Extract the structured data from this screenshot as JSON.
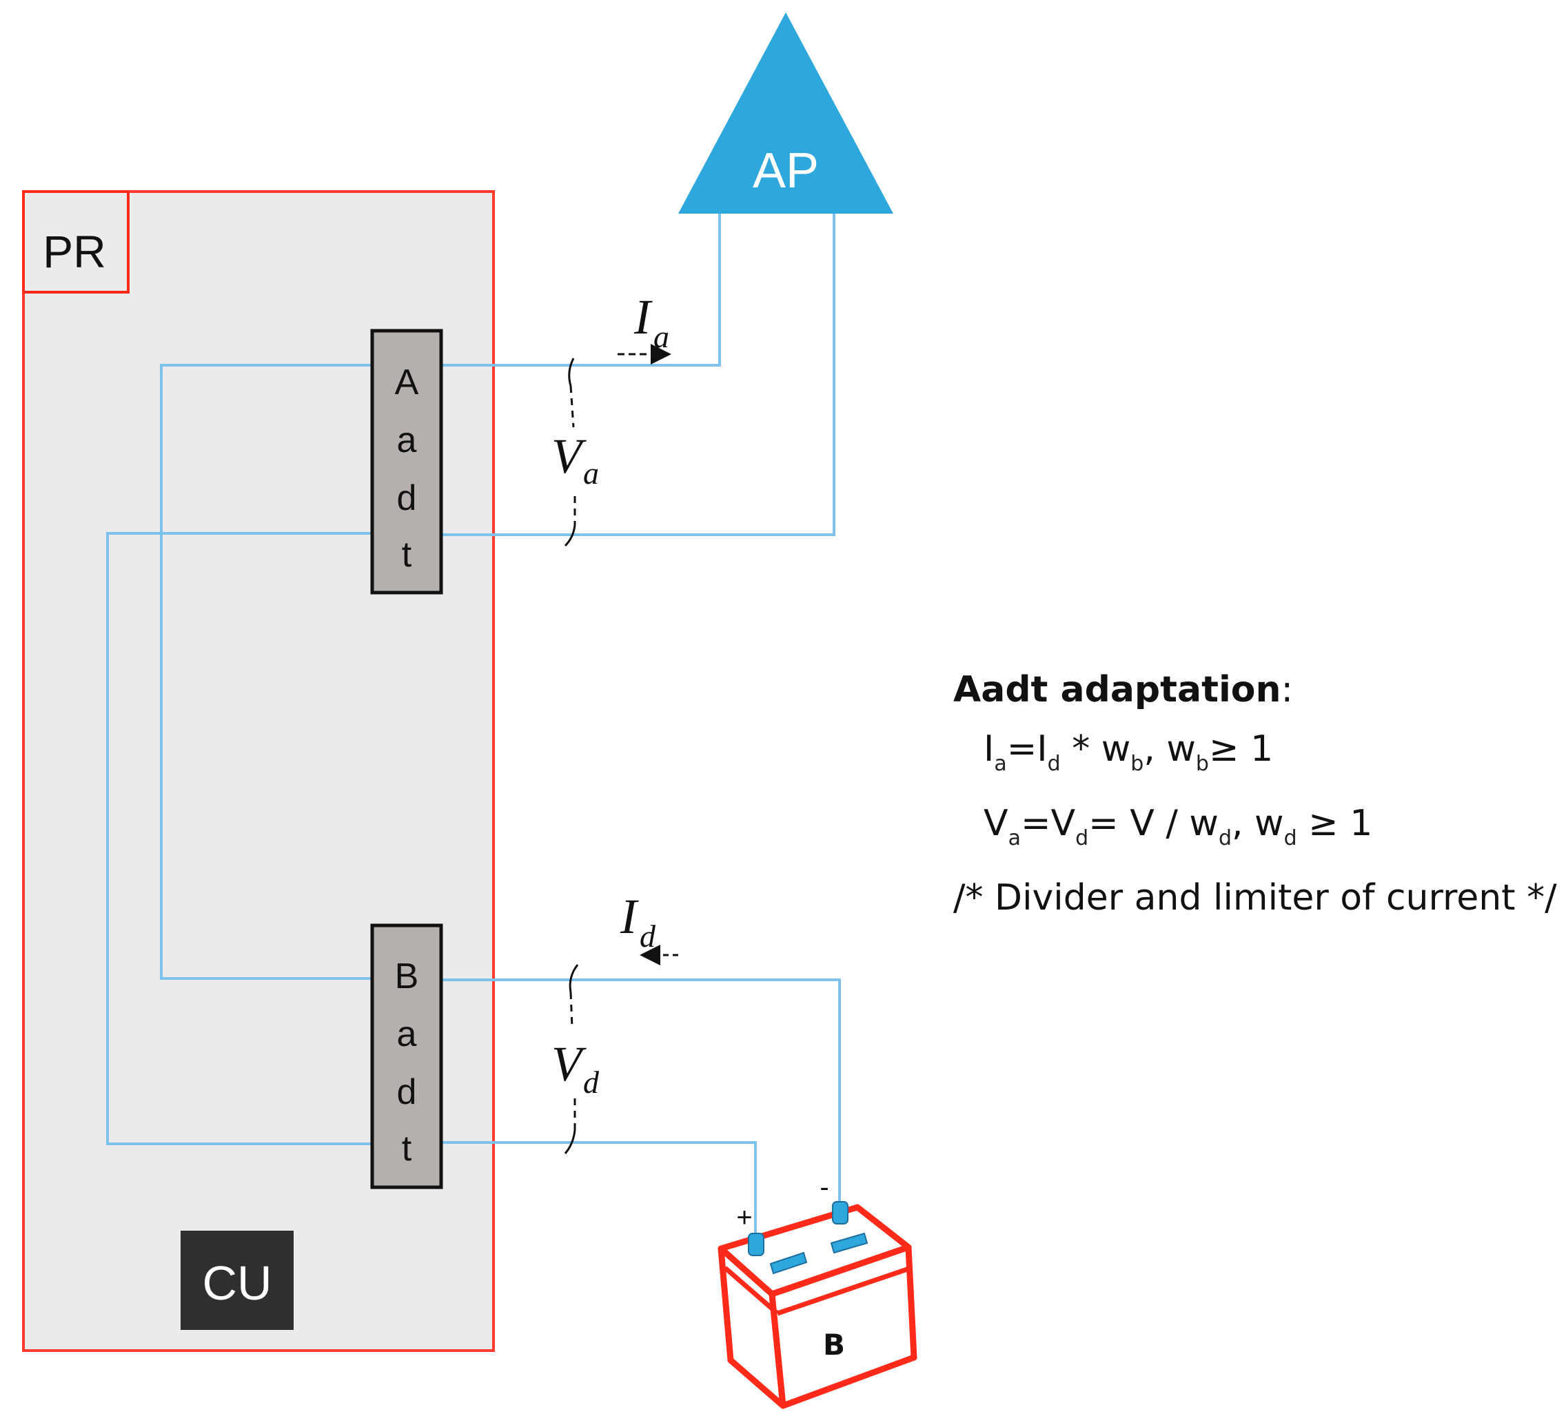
{
  "labels": {
    "pr": "PR",
    "ap": "AP",
    "cu": "CU",
    "battery": "B",
    "adapter_a": [
      "A",
      "a",
      "d",
      "t"
    ],
    "adapter_b": [
      "B",
      "a",
      "d",
      "t"
    ],
    "plus": "+",
    "minus": "-"
  },
  "signals": {
    "ia_main": "I",
    "ia_sub": "a",
    "va_main": "V",
    "va_sub": "a",
    "id_main": "I",
    "id_sub": "d",
    "vd_main": "V",
    "vd_sub": "d"
  },
  "note": {
    "title": "Aadt adaptation",
    "title_suffix": ":",
    "line1": [
      "I",
      "a",
      "=I",
      "d",
      " * w",
      "b",
      ", w",
      "b",
      "≥ 1"
    ],
    "line2": [
      "V",
      "a",
      "=V",
      "d",
      "= V / w",
      "d",
      ", w",
      "d",
      " ≥ 1"
    ],
    "line3": "/* Divider and limiter of current */"
  },
  "colors": {
    "wire": "#7cc2ec",
    "border_red": "#ff2a1a",
    "panel_bg": "#ebebeb",
    "ap_fill": "#2ea7dc",
    "adapter_fill": "#b5b0ae",
    "cu_fill": "#2f2f2f"
  }
}
